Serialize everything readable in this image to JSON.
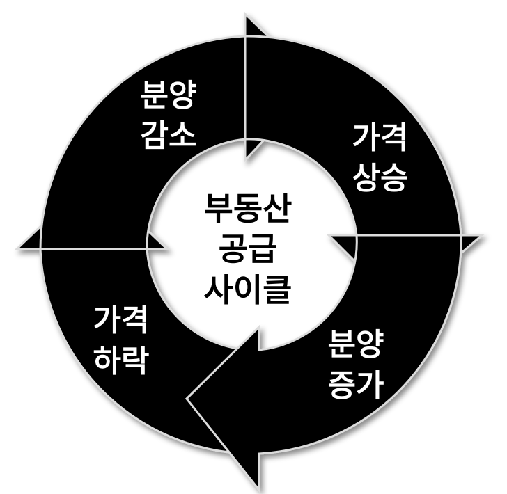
{
  "diagram": {
    "center_lines": [
      "부동산",
      "공급",
      "사이클"
    ],
    "segments": [
      {
        "lines": [
          "분양",
          "감소"
        ]
      },
      {
        "lines": [
          "가격",
          "상승"
        ]
      },
      {
        "lines": [
          "분양",
          "증가"
        ]
      },
      {
        "lines": [
          "가격",
          "하락"
        ]
      }
    ],
    "colors": {
      "arrow": "#000000",
      "label": "#ffffff",
      "center_text": "#000000",
      "background": "#ffffff"
    }
  }
}
